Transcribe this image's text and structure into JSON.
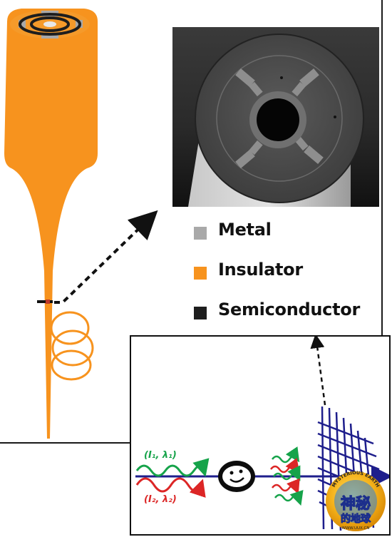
{
  "legend": {
    "items": [
      {
        "label": "Metal",
        "color": "#a9a9a9"
      },
      {
        "label": "Insulator",
        "color": "#f7931e"
      },
      {
        "label": "Semiconductor",
        "color": "#1e1e1e"
      }
    ]
  },
  "inset": {
    "top_label": "(I₁, λ₁)",
    "bottom_label": "(I₂, λ₂)",
    "green_color": "#16a34a",
    "red_color": "#dc2626",
    "blue_color": "#1e1e8c"
  },
  "watermark": {
    "chinese_top": "神秘",
    "chinese_bottom": "的地球",
    "arc_text": "MYSTERIOUS EARTH",
    "url": "WWW.UUX.CN"
  },
  "colors": {
    "insulator": "#f7931e",
    "metal": "#a9a9a9",
    "semiconductor": "#1e1e1e"
  }
}
